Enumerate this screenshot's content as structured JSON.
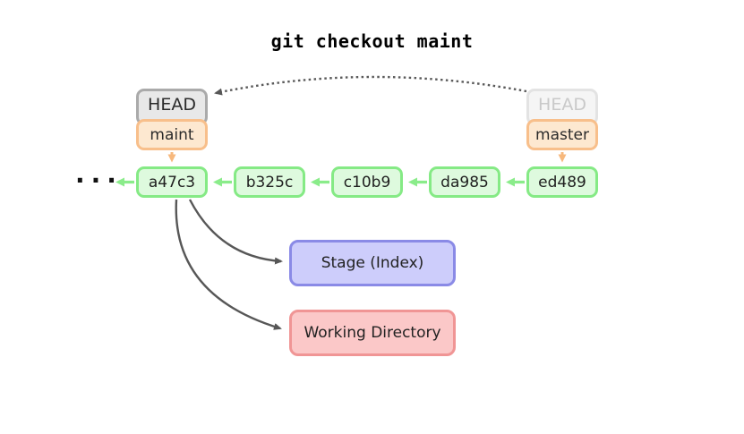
{
  "title": "git checkout maint",
  "ellipsis": "···",
  "heads": {
    "left": {
      "label": "HEAD",
      "state": "active"
    },
    "right": {
      "label": "HEAD",
      "state": "faded"
    }
  },
  "branches": {
    "left": {
      "label": "maint"
    },
    "right": {
      "label": "master"
    }
  },
  "commits": [
    "a47c3",
    "b325c",
    "c10b9",
    "da985",
    "ed489"
  ],
  "areas": {
    "stage": {
      "label": "Stage (Index)"
    },
    "working": {
      "label": "Working Directory"
    }
  },
  "colors": {
    "commit_border": "#85ea85",
    "commit_fill": "#defade",
    "commit_arrow": "#8aec8a",
    "branch_border": "#f8bf8b",
    "branch_fill": "#fde8d0",
    "branch_arrow": "#f7b87c",
    "head_border": "#aaaaaa",
    "head_fill": "#e8e8e8",
    "head_faded_border": "#e3e3e3",
    "head_faded_fill": "#f5f5f5",
    "head_faded_text": "#c9c9c9",
    "stage_border": "#8a8ae6",
    "stage_fill": "#cdcdfb",
    "working_border": "#f09595",
    "working_fill": "#fbc8c8",
    "dark_arrow": "#575757"
  }
}
